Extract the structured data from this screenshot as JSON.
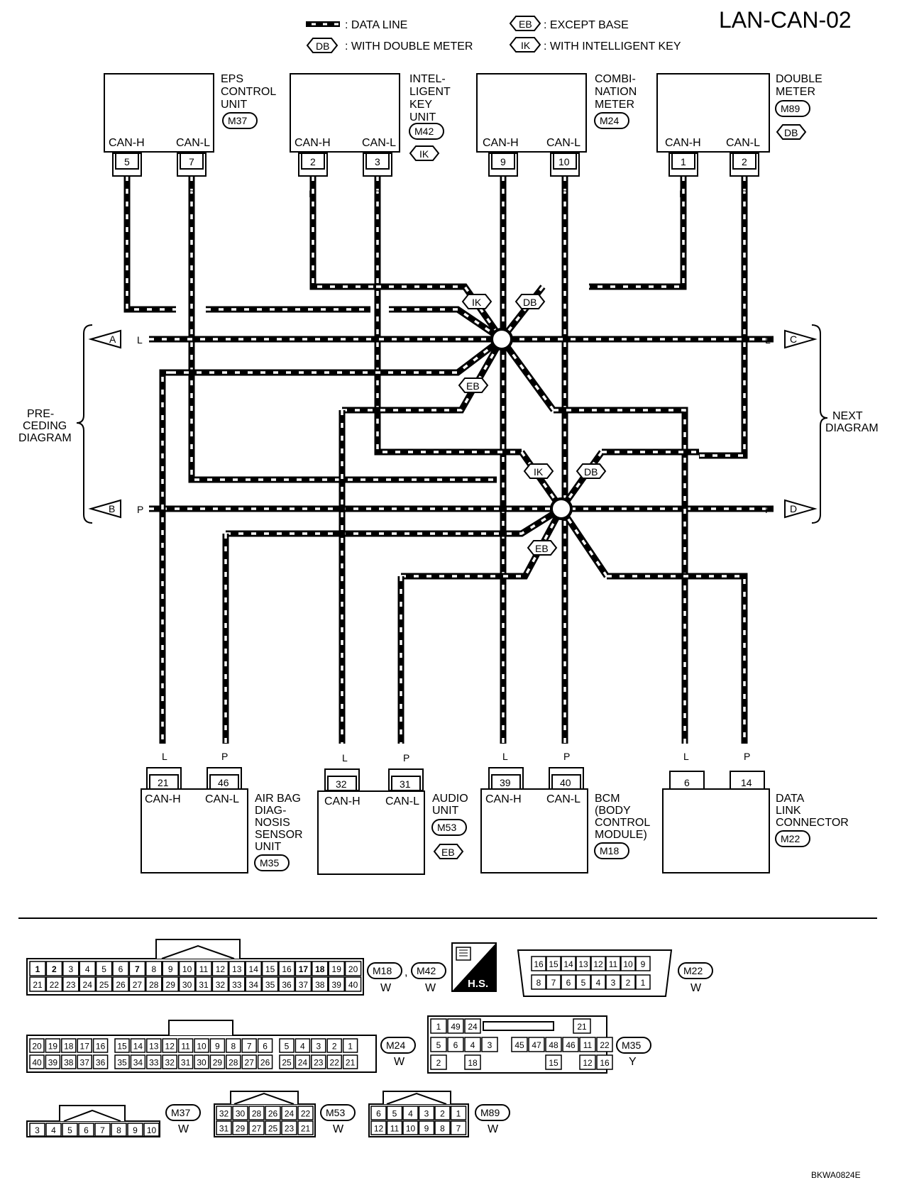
{
  "title": "LAN-CAN-02",
  "legend": {
    "data_line": ": DATA LINE",
    "double_meter_tag": "DB",
    "double_meter": ": WITH DOUBLE METER",
    "except_base_tag": "EB",
    "except_base": ": EXCEPT BASE",
    "intelligent_key_tag": "IK",
    "intelligent_key": ": WITH INTELLIGENT KEY"
  },
  "units": {
    "eps": {
      "name": [
        "EPS",
        "CONTROL",
        "UNIT"
      ],
      "connector": "M37",
      "h_label": "CAN-H",
      "l_label": "CAN-L",
      "h_pin": "5",
      "l_pin": "7",
      "h_wire": "L",
      "l_wire": "P"
    },
    "ikey": {
      "name": [
        "INTEL-",
        "LIGENT",
        "KEY",
        "UNIT"
      ],
      "connector": "M42",
      "tag": "IK",
      "h_label": "CAN-H",
      "l_label": "CAN-L",
      "h_pin": "2",
      "l_pin": "3",
      "h_wire": "L",
      "l_wire": "P"
    },
    "combi": {
      "name": [
        "COMBI-",
        "NATION",
        "METER"
      ],
      "connector": "M24",
      "h_label": "CAN-H",
      "l_label": "CAN-L",
      "h_pin": "9",
      "l_pin": "10",
      "h_wire": "L",
      "l_wire": "P"
    },
    "dmeter": {
      "name": [
        "DOUBLE",
        "METER"
      ],
      "connector": "M89",
      "tag": "DB",
      "h_label": "CAN-H",
      "l_label": "CAN-L",
      "h_pin": "1",
      "l_pin": "2",
      "h_wire": "L",
      "l_wire": "P"
    },
    "airbag": {
      "name": [
        "AIR BAG",
        "DIAG-",
        "NOSIS",
        "SENSOR",
        "UNIT"
      ],
      "connector": "M35",
      "h_label": "CAN-H",
      "l_label": "CAN-L",
      "h_pin": "21",
      "l_pin": "46",
      "h_wire": "L",
      "l_wire": "P"
    },
    "audio": {
      "name": [
        "AUDIO",
        "UNIT"
      ],
      "connector": "M53",
      "tag": "EB",
      "h_label": "CAN-H",
      "l_label": "CAN-L",
      "h_pin": "32",
      "l_pin": "31",
      "h_wire": "L",
      "l_wire": "P"
    },
    "bcm": {
      "name": [
        "BCM",
        "(BODY",
        "CONTROL",
        "MODULE)"
      ],
      "connector": "M18",
      "h_label": "CAN-H",
      "l_label": "CAN-L",
      "h_pin": "39",
      "l_pin": "40",
      "h_wire": "L",
      "l_wire": "P"
    },
    "dlc": {
      "name": [
        "DATA",
        "LINK",
        "CONNECTOR"
      ],
      "connector": "M22",
      "h_pin": "6",
      "l_pin": "14",
      "h_wire": "L",
      "l_wire": "P"
    }
  },
  "junction_tags": {
    "ik": "IK",
    "db": "DB",
    "eb": "EB"
  },
  "prev_diagram": [
    "PRE-",
    "CEDING",
    "DIAGRAM"
  ],
  "next_diagram": [
    "NEXT",
    "DIAGRAM"
  ],
  "arrows": {
    "a": "A",
    "b": "B",
    "c": "C",
    "d": "D",
    "l_wire": "L",
    "p_wire": "P"
  },
  "connectors": {
    "m18_m42": {
      "top": [
        "1",
        "2",
        "3",
        "4",
        "5",
        "6",
        "7",
        "8",
        "9",
        "10",
        "11",
        "12",
        "13",
        "14",
        "15",
        "16",
        "17",
        "18",
        "19",
        "20"
      ],
      "bottom": [
        "21",
        "22",
        "23",
        "24",
        "25",
        "26",
        "27",
        "28",
        "29",
        "30",
        "31",
        "32",
        "33",
        "34",
        "35",
        "36",
        "37",
        "38",
        "39",
        "40"
      ],
      "tag1": "M18",
      "tag2": "M42",
      "sep": ",",
      "color1": "W",
      "color2": "W"
    },
    "hs": "H.S.",
    "m22": {
      "top": [
        "16",
        "15",
        "14",
        "13",
        "12",
        "11",
        "10",
        "9"
      ],
      "bottom": [
        "8",
        "7",
        "6",
        "5",
        "4",
        "3",
        "2",
        "1"
      ],
      "tag": "M22",
      "color": "W"
    },
    "m24": {
      "top": [
        "20",
        "19",
        "18",
        "17",
        "16",
        "15",
        "14",
        "13",
        "12",
        "11",
        "10",
        "9",
        "8",
        "7",
        "6",
        "5",
        "4",
        "3",
        "2",
        "1"
      ],
      "bottom": [
        "40",
        "39",
        "38",
        "37",
        "36",
        "35",
        "34",
        "33",
        "32",
        "31",
        "30",
        "29",
        "28",
        "27",
        "26",
        "25",
        "24",
        "23",
        "22",
        "21"
      ],
      "tag": "M24",
      "color": "W"
    },
    "m35": {
      "row1": [
        "1",
        "49",
        "24",
        "21"
      ],
      "row2": [
        "5",
        "6",
        "4",
        "3",
        "45",
        "47",
        "48",
        "46",
        "11",
        "22"
      ],
      "row3": [
        "2",
        "18",
        "15",
        "12",
        "16"
      ],
      "tag": "M35",
      "color": "Y"
    },
    "m37": {
      "pins": [
        "3",
        "4",
        "5",
        "6",
        "7",
        "8",
        "9",
        "10"
      ],
      "tag": "M37",
      "color": "W"
    },
    "m53": {
      "top": [
        "32",
        "30",
        "28",
        "26",
        "24",
        "22"
      ],
      "bottom": [
        "31",
        "29",
        "27",
        "25",
        "23",
        "21"
      ],
      "tag": "M53",
      "color": "W"
    },
    "m89": {
      "top": [
        "6",
        "5",
        "4",
        "3",
        "2",
        "1"
      ],
      "bottom": [
        "12",
        "11",
        "10",
        "9",
        "8",
        "7"
      ],
      "tag": "M89",
      "color": "W"
    }
  },
  "footer_code": "BKWA0824E"
}
